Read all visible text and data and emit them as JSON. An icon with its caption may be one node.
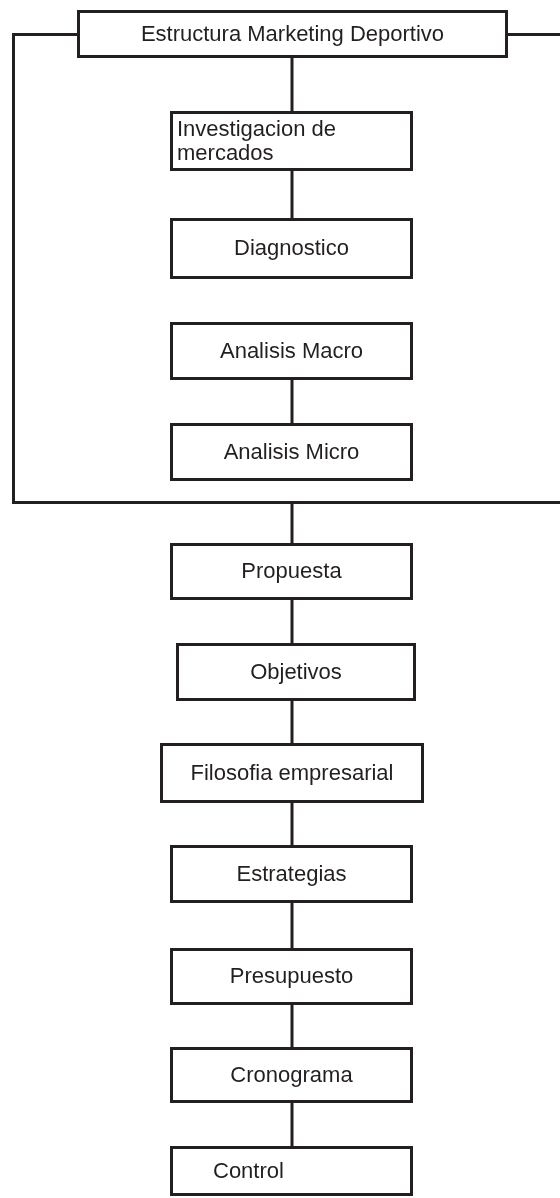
{
  "diagram": {
    "nodes": [
      {
        "text": [],
        "shape": "box"
      },
      {
        "text": [
          "Estructura Marketing Deportivo"
        ]
      },
      {
        "text": [
          "Investigacion de mercados"
        ],
        "in": 0
      },
      {
        "text": [
          "Diagnostico"
        ],
        "in": 0
      },
      {
        "text": [
          "Analisis Macro"
        ],
        "in": 0
      },
      {
        "text": [
          "Analisis Micro"
        ],
        "in": 0
      },
      {
        "text": [
          "Propuesta"
        ]
      },
      {
        "text": [
          "Objetivos"
        ]
      },
      {
        "text": [
          "Filosofia empresarial"
        ]
      },
      {
        "text": [
          "Estrategias"
        ]
      },
      {
        "text": [
          "Presupuesto"
        ]
      },
      {
        "text": [
          "Cronograma"
        ]
      },
      {
        "text": [
          "Control"
        ]
      }
    ],
    "edges": [
      {
        "from": 1,
        "to": 2,
        "arrow": "none"
      },
      {
        "from": 2,
        "to": 3,
        "arrow": "none"
      },
      {
        "from": 4,
        "to": 5,
        "arrow": "none"
      },
      {
        "from": 0,
        "to": 6,
        "arrow": "none"
      },
      {
        "from": 6,
        "to": 7,
        "arrow": "none"
      },
      {
        "from": 7,
        "to": 8,
        "arrow": "none"
      },
      {
        "from": 8,
        "to": 9,
        "arrow": "none"
      },
      {
        "from": 9,
        "to": 10,
        "arrow": "none"
      },
      {
        "from": 10,
        "to": 11,
        "arrow": "none"
      },
      {
        "from": 11,
        "to": 12,
        "arrow": "none"
      }
    ]
  }
}
